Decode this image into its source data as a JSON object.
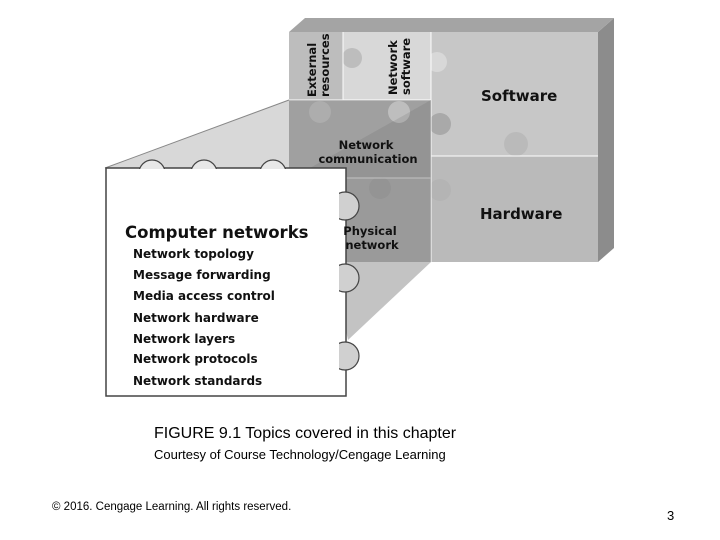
{
  "figure": {
    "top_face": {
      "external_resources": [
        "External",
        "resources"
      ],
      "network_software": [
        "Network",
        "software"
      ],
      "software": "Software",
      "network_communication": [
        "Network",
        "communication"
      ],
      "hardware": "Hardware",
      "physical_network": [
        "Physical",
        "network"
      ]
    },
    "front_face": {
      "heading": "Computer networks",
      "topics": [
        "Network topology",
        "Message forwarding",
        "Media access control",
        "Network hardware",
        "Network layers",
        "Network protocols",
        "Network standards"
      ]
    }
  },
  "caption": "FIGURE 9.1 Topics covered in this chapter",
  "credit": "Courtesy of Course Technology/Cengage Learning",
  "copyright": "© 2016. Cengage Learning. All rights reserved.",
  "page_number": "3"
}
